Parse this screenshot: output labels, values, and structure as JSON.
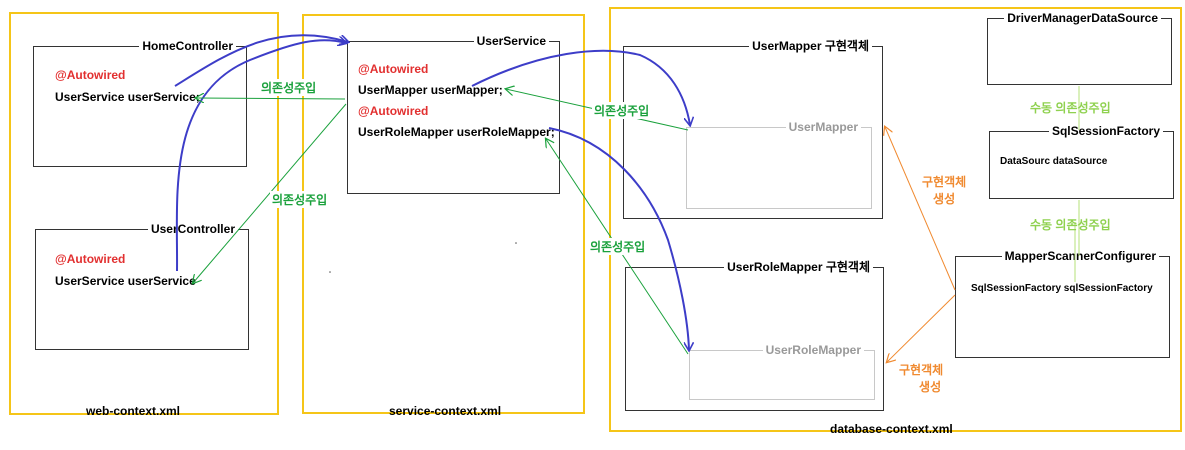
{
  "contexts": {
    "web": "web-context.xml",
    "service": "service-context.xml",
    "database": "database-context.xml"
  },
  "home_controller": {
    "title": "HomeController",
    "annotation": "@Autowired",
    "field": "UserService userService;"
  },
  "user_controller": {
    "title": "UserController",
    "annotation": "@Autowired",
    "field": "UserService userService"
  },
  "user_service": {
    "title": "UserService",
    "annotation1": "@Autowired",
    "field1": "UserMapper userMapper;",
    "annotation2": "@Autowired",
    "field2": "UserRoleMapper userRoleMapper;"
  },
  "user_mapper_impl": {
    "title": "UserMapper 구현객체",
    "inner": "UserMapper"
  },
  "user_role_mapper_impl": {
    "title": "UserRoleMapper 구현객체",
    "inner": "UserRoleMapper"
  },
  "driver_manager": {
    "title": "DriverManagerDataSource"
  },
  "sql_session_factory": {
    "title": "SqlSessionFactory",
    "field": "DataSourc dataSource"
  },
  "mapper_scanner": {
    "title": "MapperScannerConfigurer",
    "field": "SqlSessionFactory sqlSessionFactory"
  },
  "labels": {
    "di1": "의존성주입",
    "di2": "의존성주입",
    "di3": "의존성주입",
    "di4": "의존성주입",
    "manual_di1": "수동 의존성주입",
    "manual_di2": "수동 의존성주입",
    "impl_create1_line1": "구현객체",
    "impl_create1_line2": "생성",
    "impl_create2_line1": "구현객체",
    "impl_create2_line2": "생성"
  },
  "colors": {
    "context_border": "#f5c518",
    "autowired": "#e23030",
    "di_green": "#1aa13c",
    "manual_di": "#8fd14f",
    "impl_orange": "#f08a30",
    "flow_blue": "#3d3dc8"
  }
}
